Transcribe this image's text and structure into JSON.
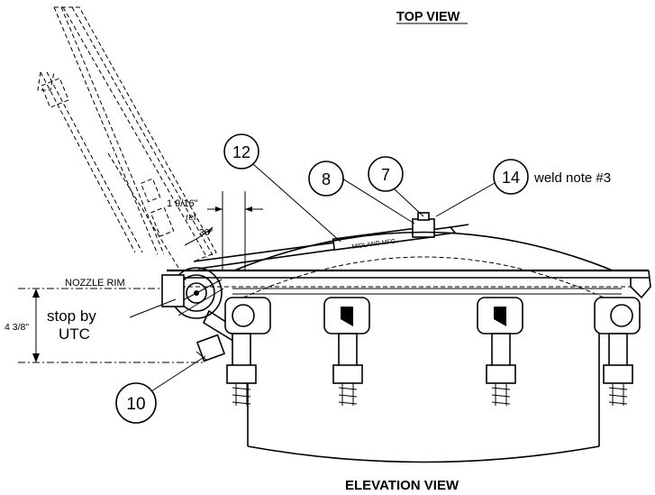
{
  "titles": {
    "top_view": "TOP VIEW",
    "elevation_view": "ELEVATION VIEW"
  },
  "callouts": {
    "c12": "12",
    "c8": "8",
    "c7": "7",
    "c14": "14",
    "c10": "10"
  },
  "notes": {
    "weld_note": "weld note #3",
    "nozzle_rim": "NOZZLE RIM",
    "stop_by": "stop by",
    "utc": "UTC",
    "dim_height": "4 3/8\"",
    "dim_offset": "1 9/16\"",
    "ref": "ref.",
    "angle": "30°",
    "rod_label": "MIDLAND MFG."
  }
}
